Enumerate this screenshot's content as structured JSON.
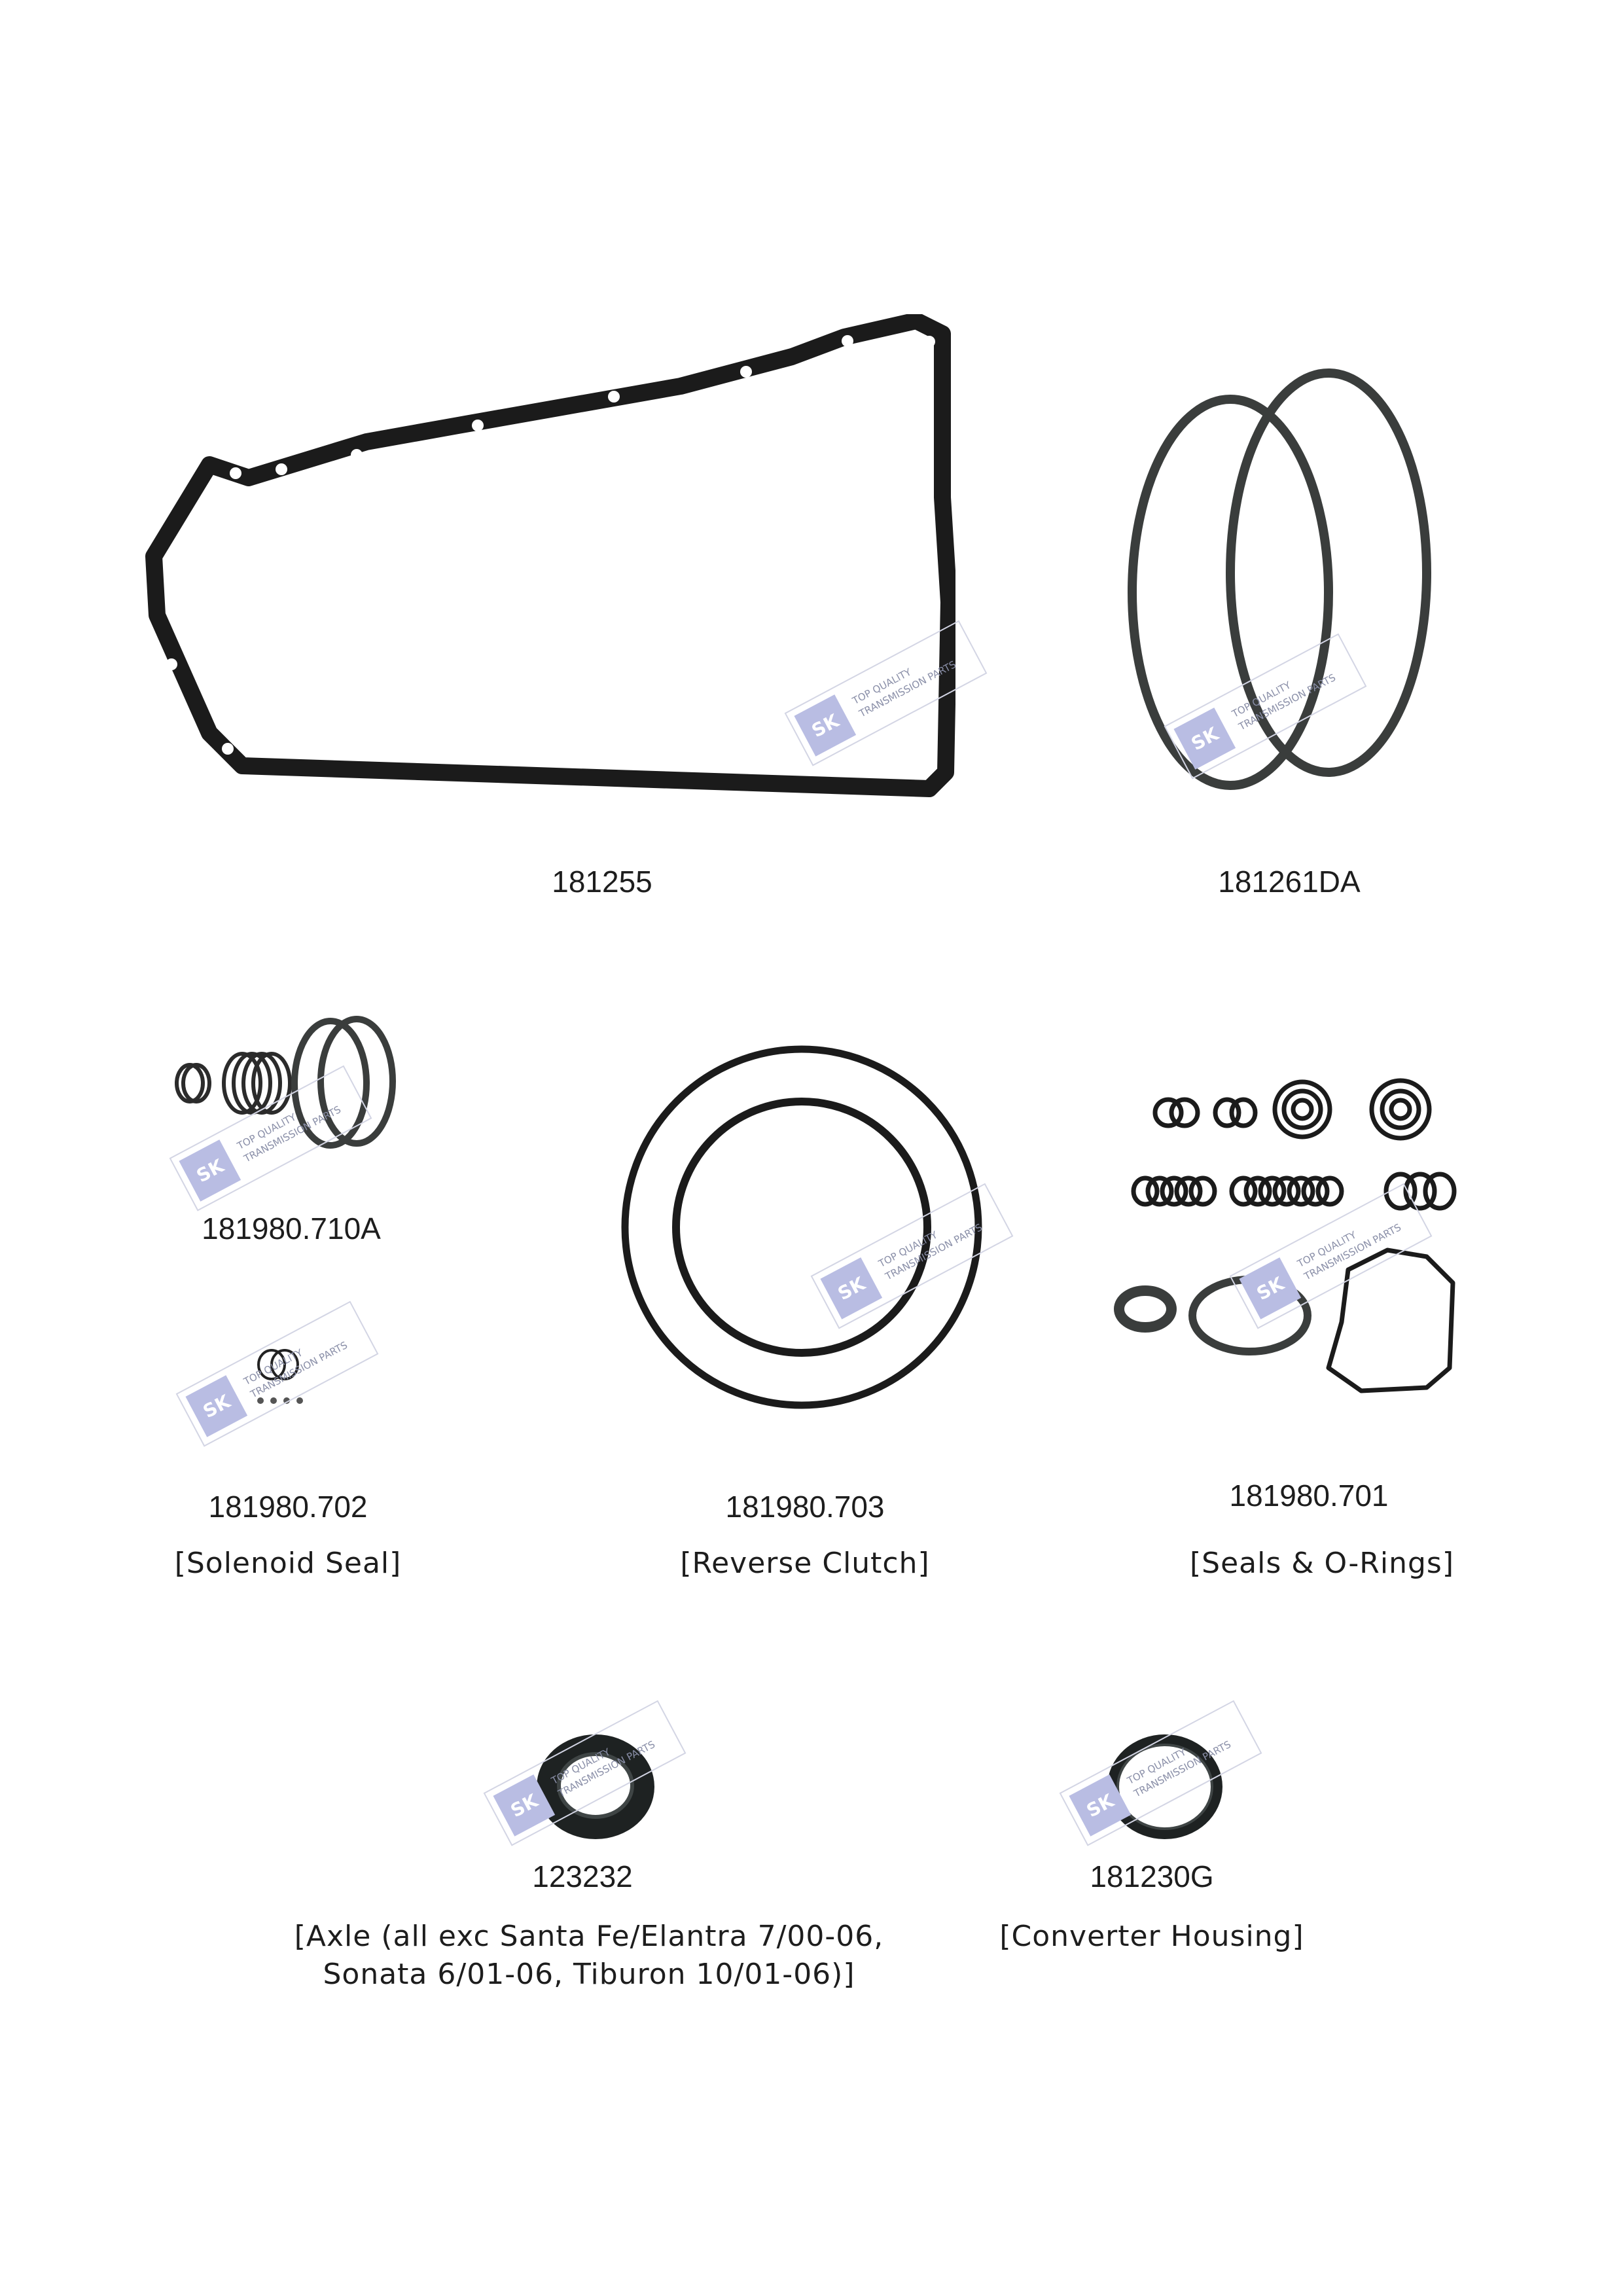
{
  "parts": [
    {
      "code": "181255",
      "desc": ""
    },
    {
      "code": "181261DA",
      "desc": ""
    },
    {
      "code": "181980.710A",
      "desc": ""
    },
    {
      "code": "181980.702",
      "desc": "[Solenoid Seal]"
    },
    {
      "code": "181980.703",
      "desc": "[Reverse Clutch]"
    },
    {
      "code": "181980.701",
      "desc": "[Seals & O-Rings]"
    },
    {
      "code": "123232",
      "desc_line1": "[Axle (all exc Santa Fe/Elantra 7/00-06,",
      "desc_line2": "Sonata 6/01-06, Tiburon 10/01-06)]"
    },
    {
      "code": "181230G",
      "desc": "[Converter Housing]"
    }
  ],
  "watermark": {
    "logo": "SK",
    "line1": "TOP QUALITY",
    "line2": "TRANSMISSION PARTS"
  },
  "colors": {
    "part": "#1b1b1b",
    "watermark_badge": "#b9bde3",
    "watermark_text": "#8a8fa8"
  }
}
